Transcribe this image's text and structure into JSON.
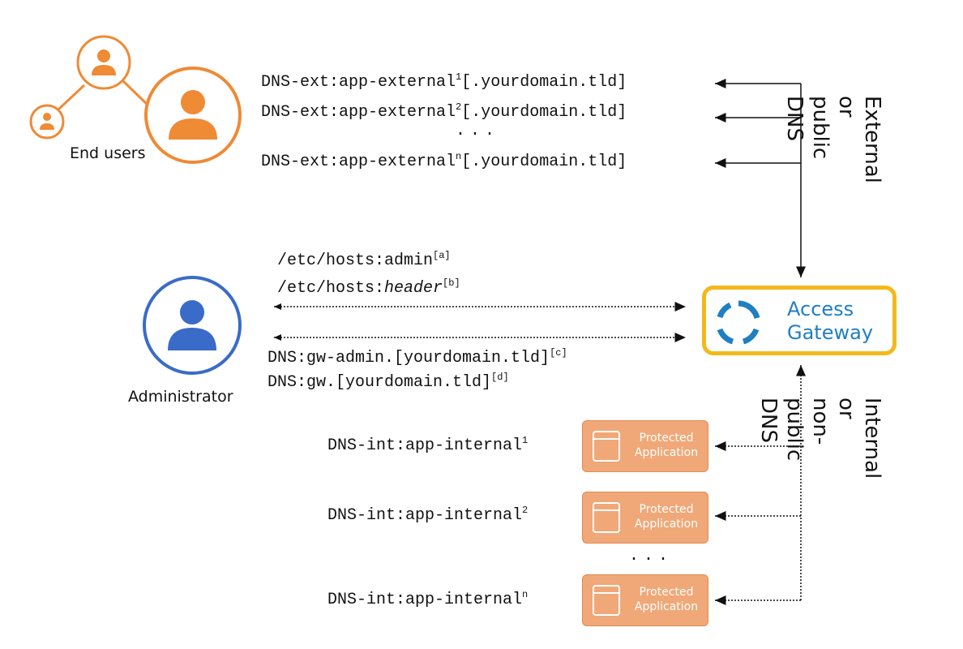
{
  "end_users_label": "End users",
  "administrator_label": "Administrator",
  "external_dns": {
    "label_line1": "External or",
    "label_line2": "public DNS",
    "entries": [
      {
        "prefix": "DNS-ext:app-external",
        "sup": "1",
        "suffix": "[.yourdomain.tld]"
      },
      {
        "prefix": "DNS-ext:app-external",
        "sup": "2",
        "suffix": "[.yourdomain.tld]"
      },
      {
        "prefix": "DNS-ext:app-external",
        "sup": "n",
        "suffix": "[.yourdomain.tld]"
      }
    ],
    "ellipsis": "..."
  },
  "admin_dns": {
    "hosts_admin": {
      "prefix": "/etc/hosts:admin",
      "sup": "[a]"
    },
    "hosts_header": {
      "prefix": "/etc/hosts:",
      "italic": "header",
      "sup": "[b]"
    },
    "gw_admin": {
      "prefix": "DNS:gw-admin.[yourdomain.tld]",
      "sup": "[c]"
    },
    "gw": {
      "prefix": "DNS:gw.[yourdomain.tld]",
      "sup": "[d]"
    }
  },
  "gateway": {
    "line1": "Access",
    "line2": "Gateway"
  },
  "internal_dns": {
    "label_line1": "Internal or",
    "label_line2": "non-public DNS",
    "entries": [
      {
        "prefix": "DNS-int:app-internal",
        "sup": "1"
      },
      {
        "prefix": "DNS-int:app-internal",
        "sup": "2"
      },
      {
        "prefix": "DNS-int:app-internal",
        "sup": "n"
      }
    ],
    "ellipsis": "..."
  },
  "protected_app": {
    "line1": "Protected",
    "line2": "Application"
  },
  "colors": {
    "orange": "#ef8a35",
    "blue": "#3a6bc8",
    "gold": "#f4b81c",
    "gateway_blue": "#1f7fc1",
    "app_fill": "#f0a878"
  }
}
